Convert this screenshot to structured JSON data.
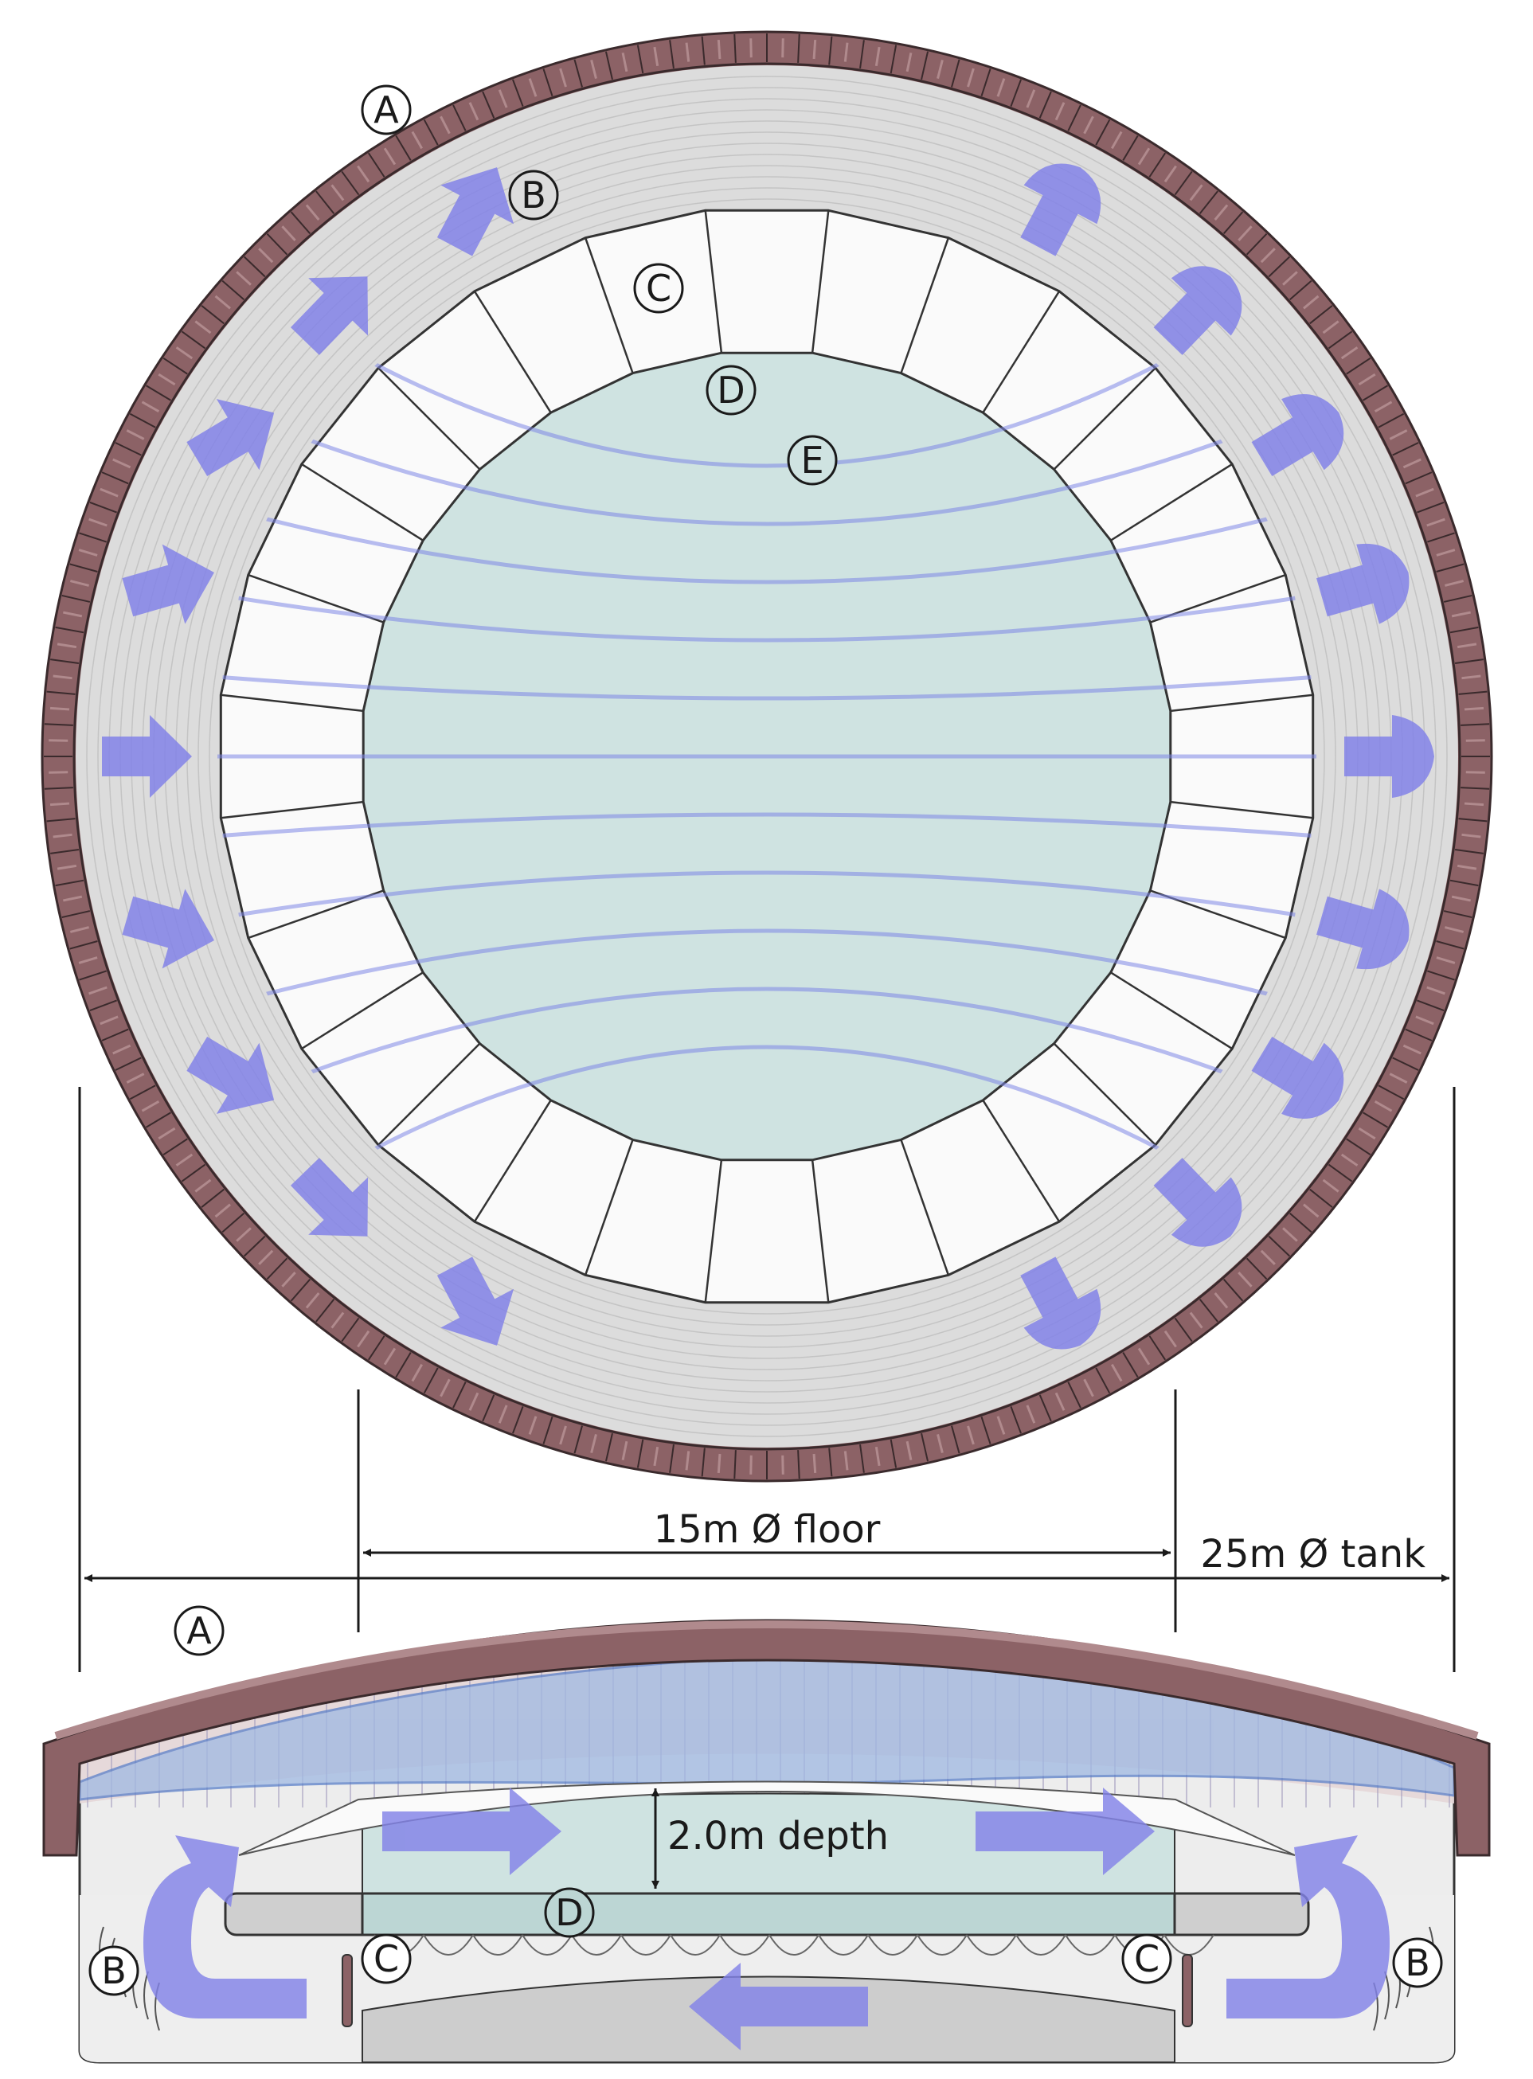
{
  "labels": {
    "a": "A",
    "b": "B",
    "c": "C",
    "d": "D",
    "e": "E"
  },
  "dimensions": {
    "floor": "15m Ø floor",
    "tank": "25m Ø tank",
    "depth": "2.0m depth"
  },
  "colors": {
    "brick": "#8c6266",
    "brick_light": "#b08a8d",
    "ring_grey": "#dcdcdc",
    "segment_white": "#fafafa",
    "pool": "#cfe3e1",
    "arrow": "#8383e8",
    "water_blue": "#9fb8e2",
    "outline": "#333333"
  }
}
